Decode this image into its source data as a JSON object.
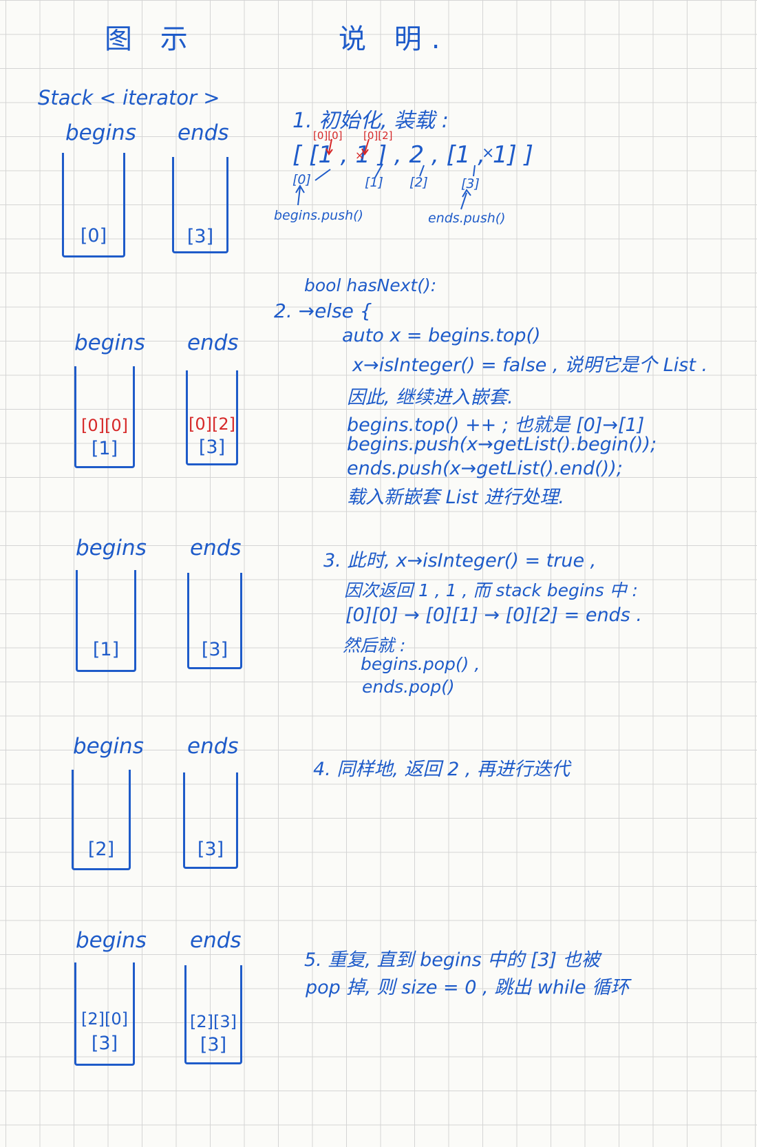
{
  "headers": {
    "diagram": "图 示",
    "explanation": "说 明."
  },
  "stack_type": "Stack < iterator >",
  "labels": {
    "begins": "begins",
    "ends": "ends"
  },
  "panels": [
    {
      "begins_cells": [
        "[0]"
      ],
      "begins_red": [],
      "ends_cells": [
        "[3]"
      ],
      "ends_red": []
    },
    {
      "begins_cells": [
        "[1]"
      ],
      "begins_red": [
        "[0][0]"
      ],
      "ends_cells": [
        "[3]"
      ],
      "ends_red": [
        "[0][2]"
      ]
    },
    {
      "begins_cells": [
        "[1]"
      ],
      "begins_red": [],
      "ends_cells": [
        "[3]"
      ],
      "ends_red": []
    },
    {
      "begins_cells": [
        "[2]"
      ],
      "begins_red": [],
      "ends_cells": [
        "[3]"
      ],
      "ends_red": []
    },
    {
      "begins_cells": [
        "[3]"
      ],
      "begins_red": [
        "[2][0]"
      ],
      "ends_cells": [
        "[3]"
      ],
      "ends_red": [
        "[2][3]"
      ]
    }
  ],
  "step1": {
    "title": "1. 初始化, 装载 :",
    "red_left": "[0][0]",
    "red_right": "[0][2]",
    "list": "[ [1 , 1 ] , 2 , [1 , 1] ]",
    "cross": "×",
    "x_mark": "×",
    "idx": [
      "[0]",
      "[1]",
      "[2]",
      "[3]"
    ],
    "begins_push": "begins.push()",
    "ends_push": "ends.push()"
  },
  "step2": {
    "header": "bool hasNext():",
    "lines": [
      "2. →else {",
      "auto x = begins.top()",
      "x→isInteger() = false , 说明它是个 List .",
      "因此, 继续进入嵌套.",
      "begins.top() ++ ; 也就是 [0]→[1]",
      "begins.push(x→getList().begin());",
      "ends.push(x→getList().end());",
      "载入新嵌套 List 进行处理."
    ]
  },
  "step3": {
    "lines": [
      "3. 此时, x→isInteger() = true ,",
      "因次返回 1 , 1 , 而 stack begins 中 :",
      "[0][0] → [0][1] → [0][2] = ends .",
      "然后就 :",
      "begins.pop() ,",
      "ends.pop()"
    ]
  },
  "step4": {
    "text": "4. 同样地, 返回 2 , 再进行迭代"
  },
  "step5": {
    "lines": [
      "5. 重复, 直到 begins 中的 [3] 也被",
      "pop 掉, 则 size = 0 , 跳出 while 循环"
    ]
  }
}
